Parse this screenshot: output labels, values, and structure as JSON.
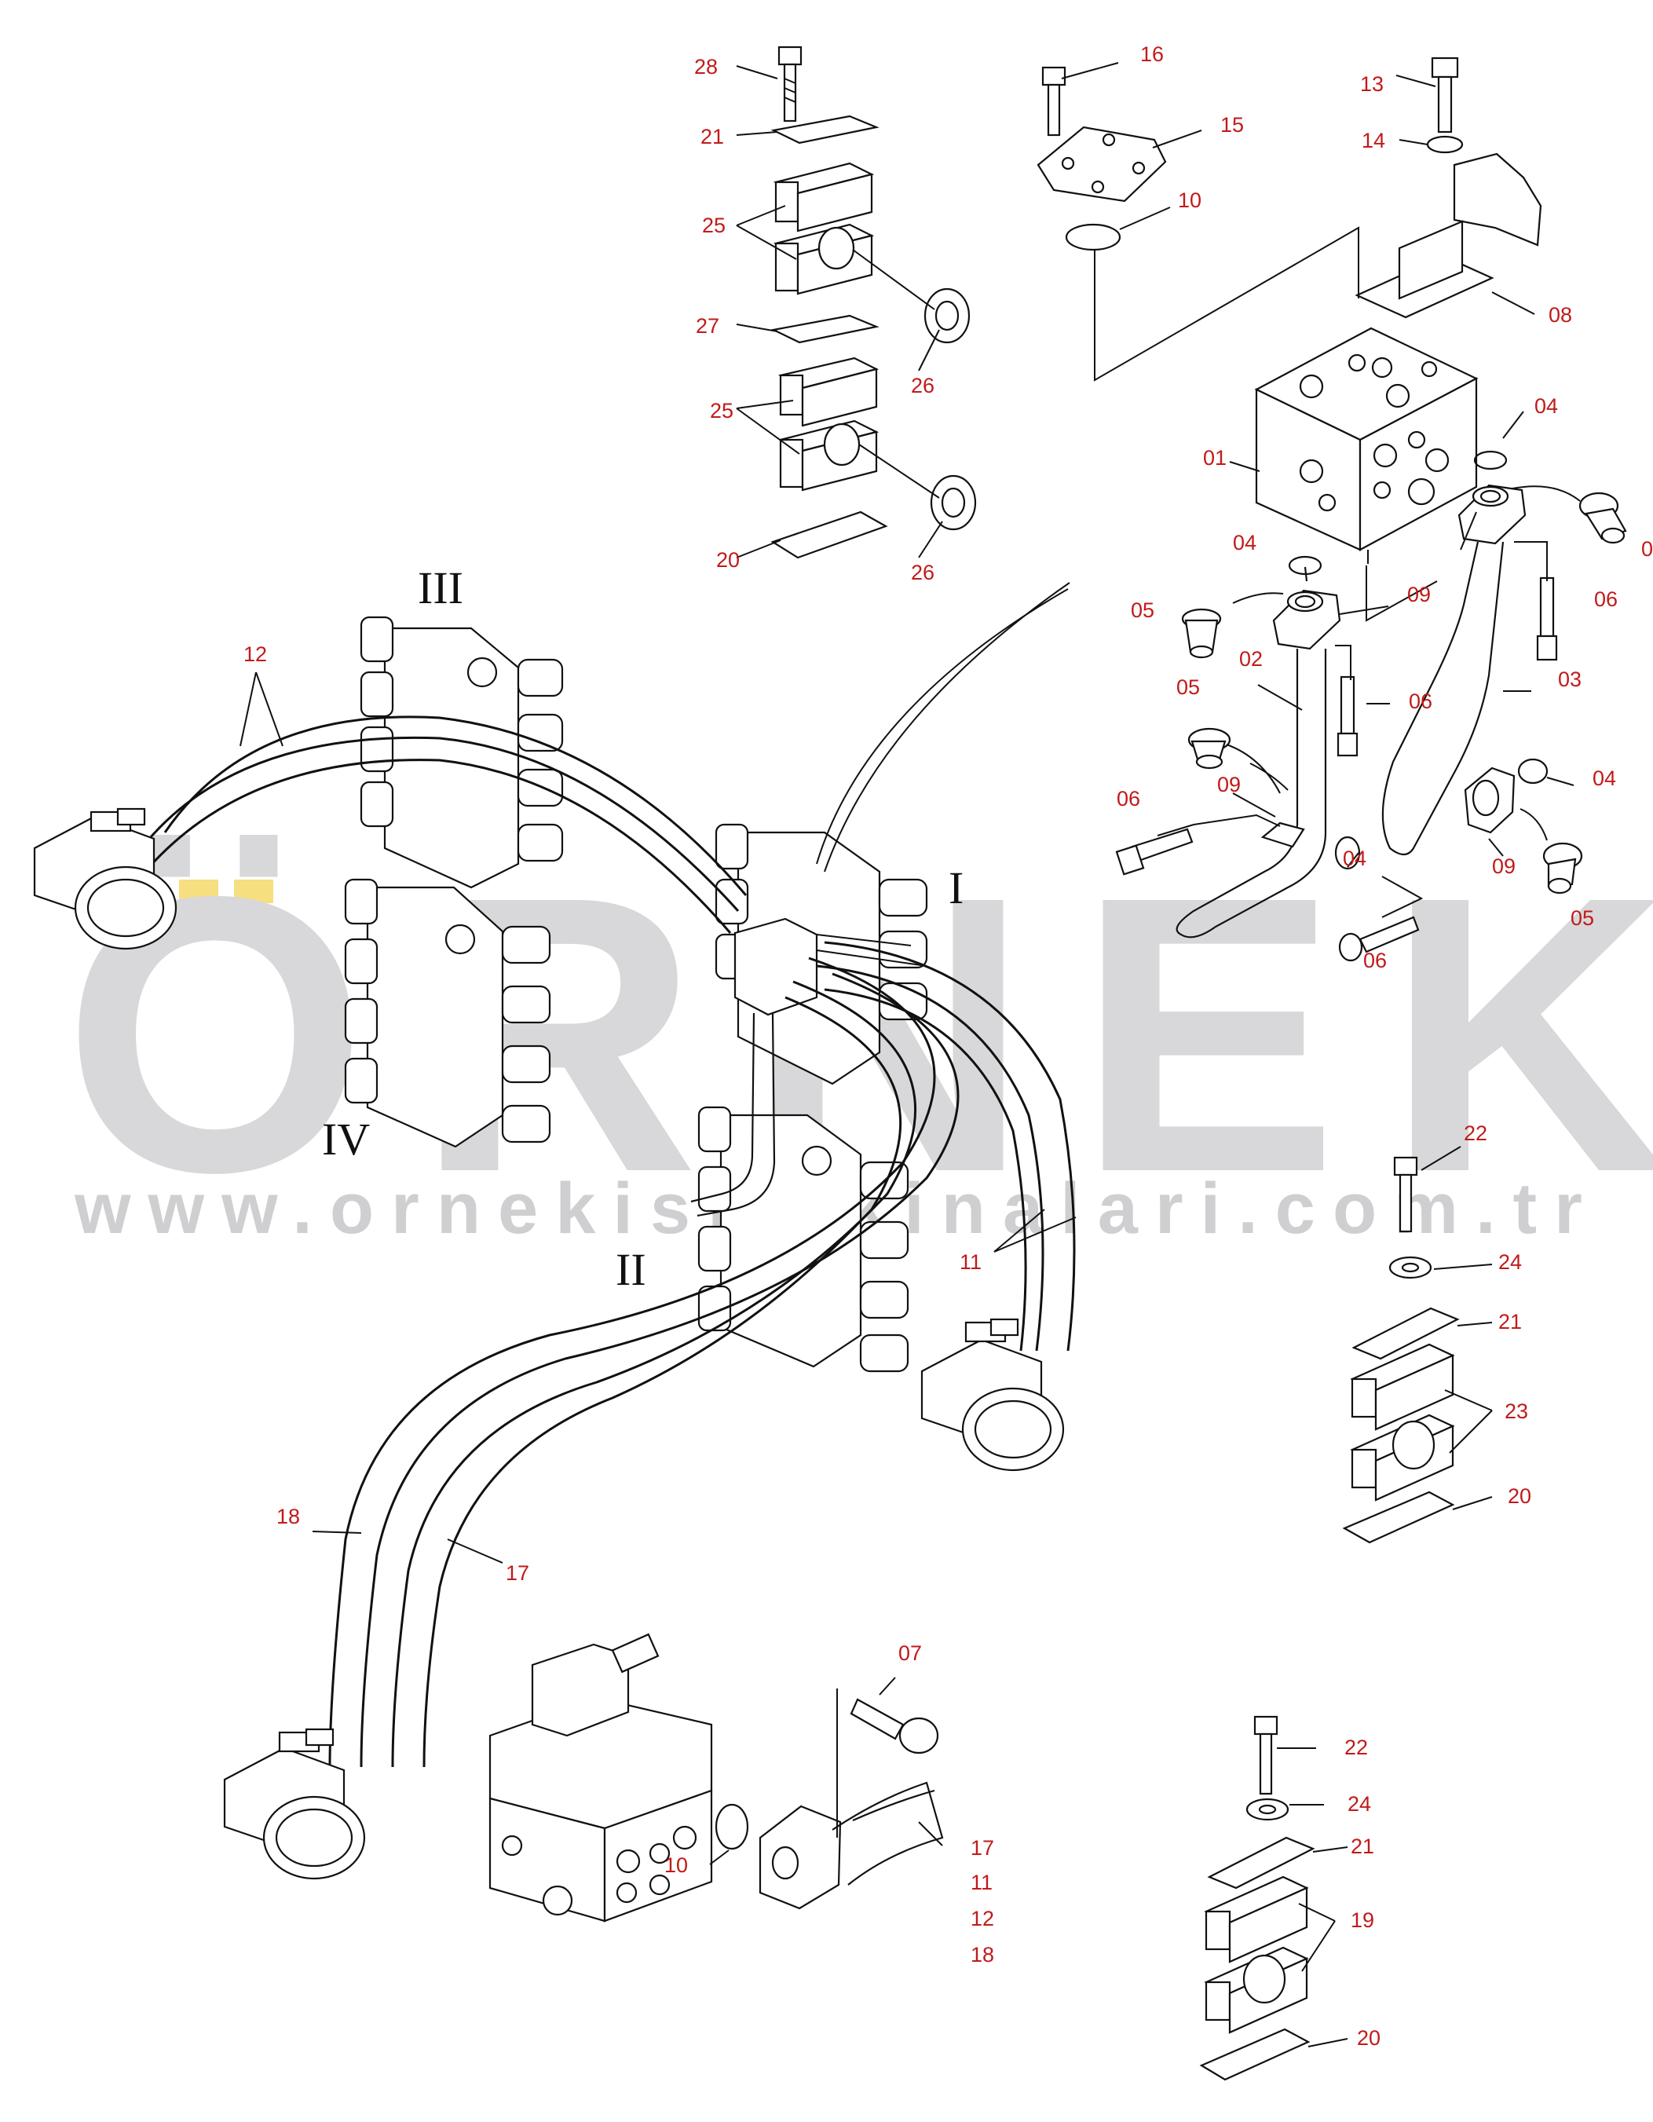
{
  "watermark": {
    "brand": "ÖRNEK",
    "url": "www.ornekismakinalari.com.tr",
    "color": "#d8d8da",
    "accent_color": "#f5df80"
  },
  "callout_color": "#c21a1a",
  "roman_labels": [
    "I",
    "II",
    "III",
    "IV"
  ],
  "callouts": {
    "c28": "28",
    "c21a": "21",
    "c25a": "25",
    "c27": "27",
    "c26a": "26",
    "c25b": "25",
    "c26b": "26",
    "c20a": "20",
    "c16": "16",
    "c15": "15",
    "c10a": "10",
    "c13": "13",
    "c14": "14",
    "c08": "08",
    "c04a": "04",
    "c01": "01",
    "c04b": "04",
    "c09a": "09",
    "c0x": "0",
    "c06a": "06",
    "c03": "03",
    "c05a": "05",
    "c02": "02",
    "c06b": "06",
    "c05b": "05",
    "c09b": "09",
    "c04c": "04",
    "c06c": "06",
    "c04d": "04",
    "c09c": "09",
    "c05c": "05",
    "c06d": "06",
    "c12a": "12",
    "c11a": "11",
    "c22a": "22",
    "c24a": "24",
    "c21b": "21",
    "c23": "23",
    "c20b": "20",
    "c18a": "18",
    "c17a": "17",
    "c07": "07",
    "c10b": "10",
    "c17b": "17",
    "c11b": "11",
    "c12b": "12",
    "c18b": "18",
    "c22b": "22",
    "c24b": "24",
    "c21c": "21",
    "c19": "19",
    "c20c": "20"
  }
}
